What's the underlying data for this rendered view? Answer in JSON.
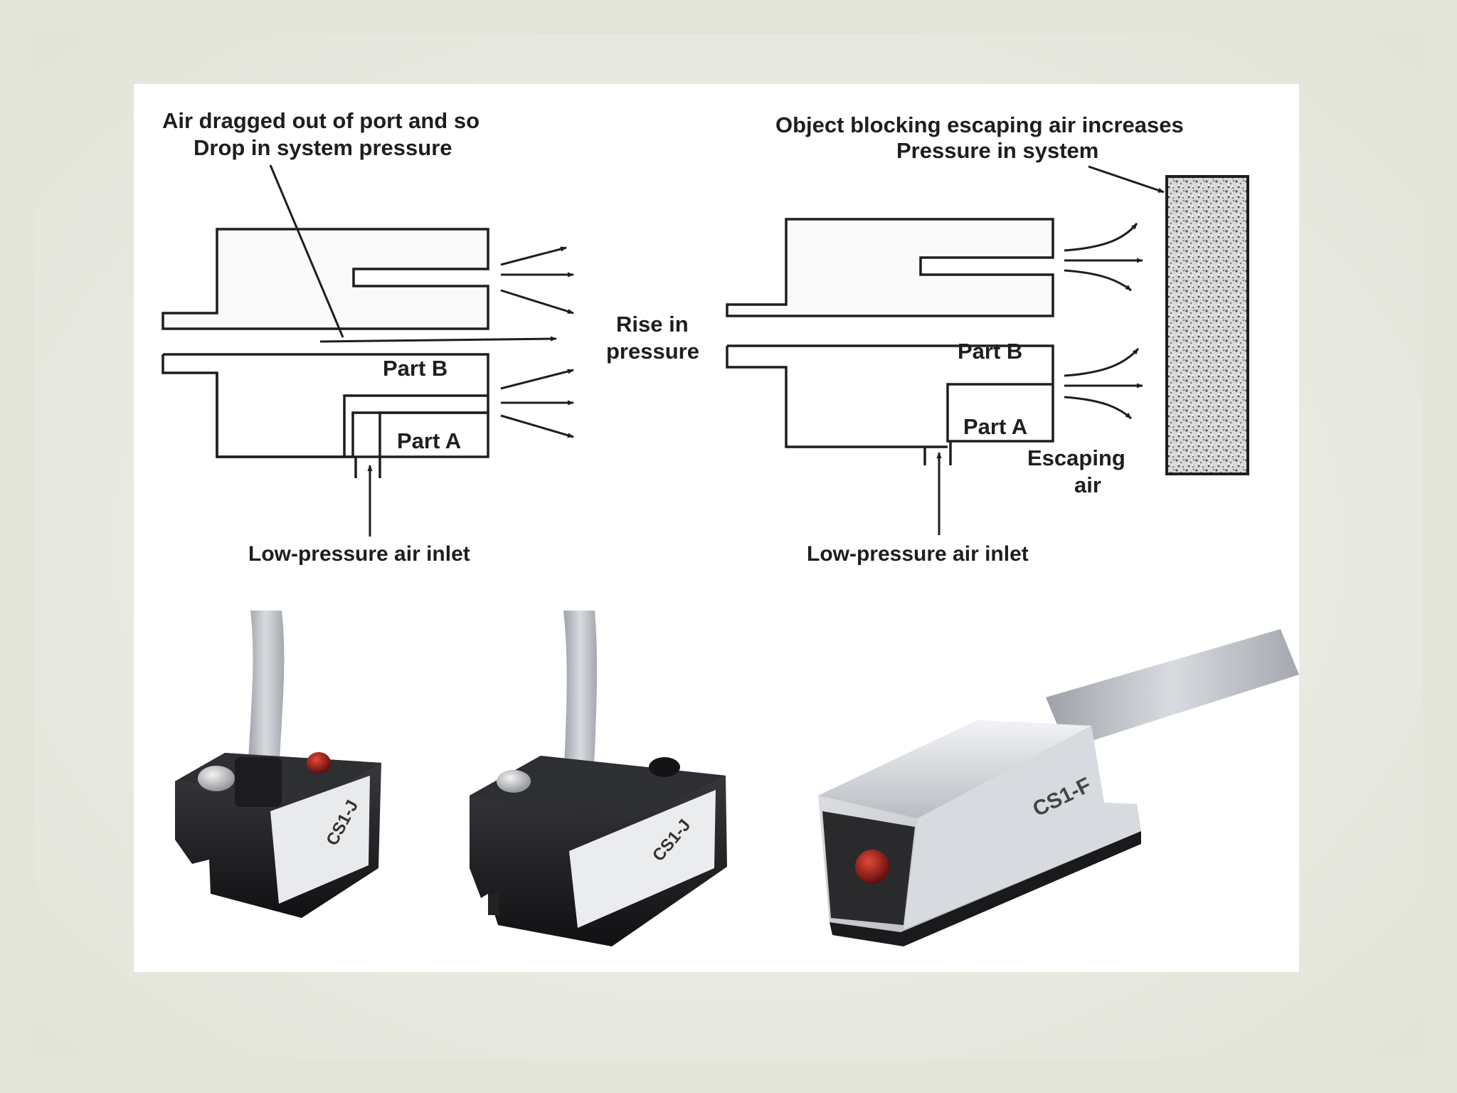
{
  "left_diagram": {
    "title_line1": "Air dragged out of port and so",
    "title_line2": "Drop in system pressure",
    "part_b": "Part B",
    "part_a": "Part A",
    "inlet_label": "Low-pressure air inlet"
  },
  "middle_label": {
    "line1": "Rise in",
    "line2": "pressure"
  },
  "right_diagram": {
    "title_line1": "Object blocking escaping air increases",
    "title_line2": "Pressure in system",
    "part_b": "Part B",
    "part_a": "Part A",
    "escaping_line1": "Escaping",
    "escaping_line2": "air",
    "inlet_label": "Low-pressure air inlet"
  },
  "products": [
    {
      "model": "CS1-J"
    },
    {
      "model": "CS1-J"
    },
    {
      "model": "CS1-F"
    }
  ],
  "colors": {
    "line": "#1e1e1e",
    "sensor_black": "#1a1a1c",
    "sensor_silver": "#cfd2d6",
    "led_red": "#8a1010",
    "cable": "#b8bcc2"
  }
}
